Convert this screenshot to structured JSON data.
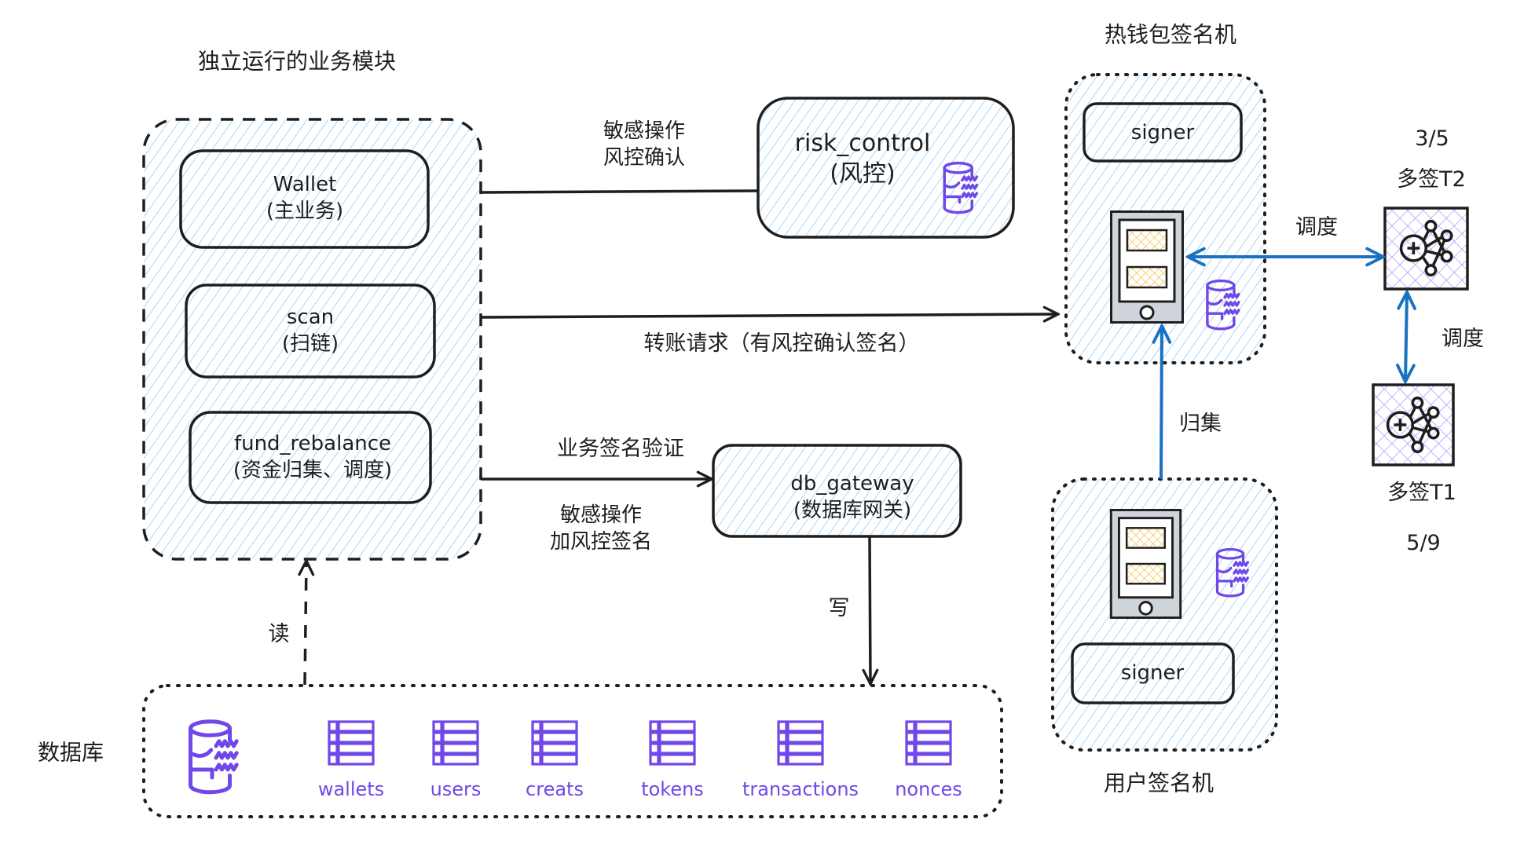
{
  "colors": {
    "stroke": "#1e1e1e",
    "hatch_blue": "#a5d8ff",
    "arrow_blue": "#1971c2",
    "db_purple": "#7048e8",
    "hatch_purple": "#b197fc",
    "hatch_orange": "#f5b72e",
    "device_gray": "#ced4da"
  },
  "groups": {
    "business_modules": {
      "title": "独立运行的业务模块",
      "modules": [
        {
          "name": "Wallet",
          "desc": "(主业务)"
        },
        {
          "name": "scan",
          "desc": "(扫链)"
        },
        {
          "name": "fund_rebalance",
          "desc": "(资金归集、调度)"
        }
      ]
    },
    "risk_control": {
      "name": "risk_control",
      "desc": "(风控)"
    },
    "db_gateway": {
      "name": "db_gateway",
      "desc": "(数据库网关)"
    },
    "hot_wallet_signer": {
      "title": "热钱包签名机",
      "signer_label": "signer"
    },
    "user_signer": {
      "title": "用户签名机",
      "signer_label": "signer"
    },
    "multisig": [
      {
        "name": "多签T2",
        "threshold": "3/5"
      },
      {
        "name": "多签T1",
        "threshold": "5/9"
      }
    ],
    "database": {
      "title": "数据库",
      "tables": [
        "wallets",
        "users",
        "creats",
        "tokens",
        "transactions",
        "nonces"
      ]
    }
  },
  "edges": {
    "risk_confirm": {
      "line1": "敏感操作",
      "line2": "风控确认"
    },
    "transfer_request": {
      "label": "转账请求（有风控确认签名）"
    },
    "business_sign_verify": {
      "label": "业务签名验证"
    },
    "sensitive_add_risk": {
      "line1": "敏感操作",
      "line2": "加风控签名"
    },
    "write": {
      "label": "写"
    },
    "read": {
      "label": "读"
    },
    "collect": {
      "label": "归集"
    },
    "dispatch_h": {
      "label": "调度"
    },
    "dispatch_v": {
      "label": "调度"
    }
  }
}
